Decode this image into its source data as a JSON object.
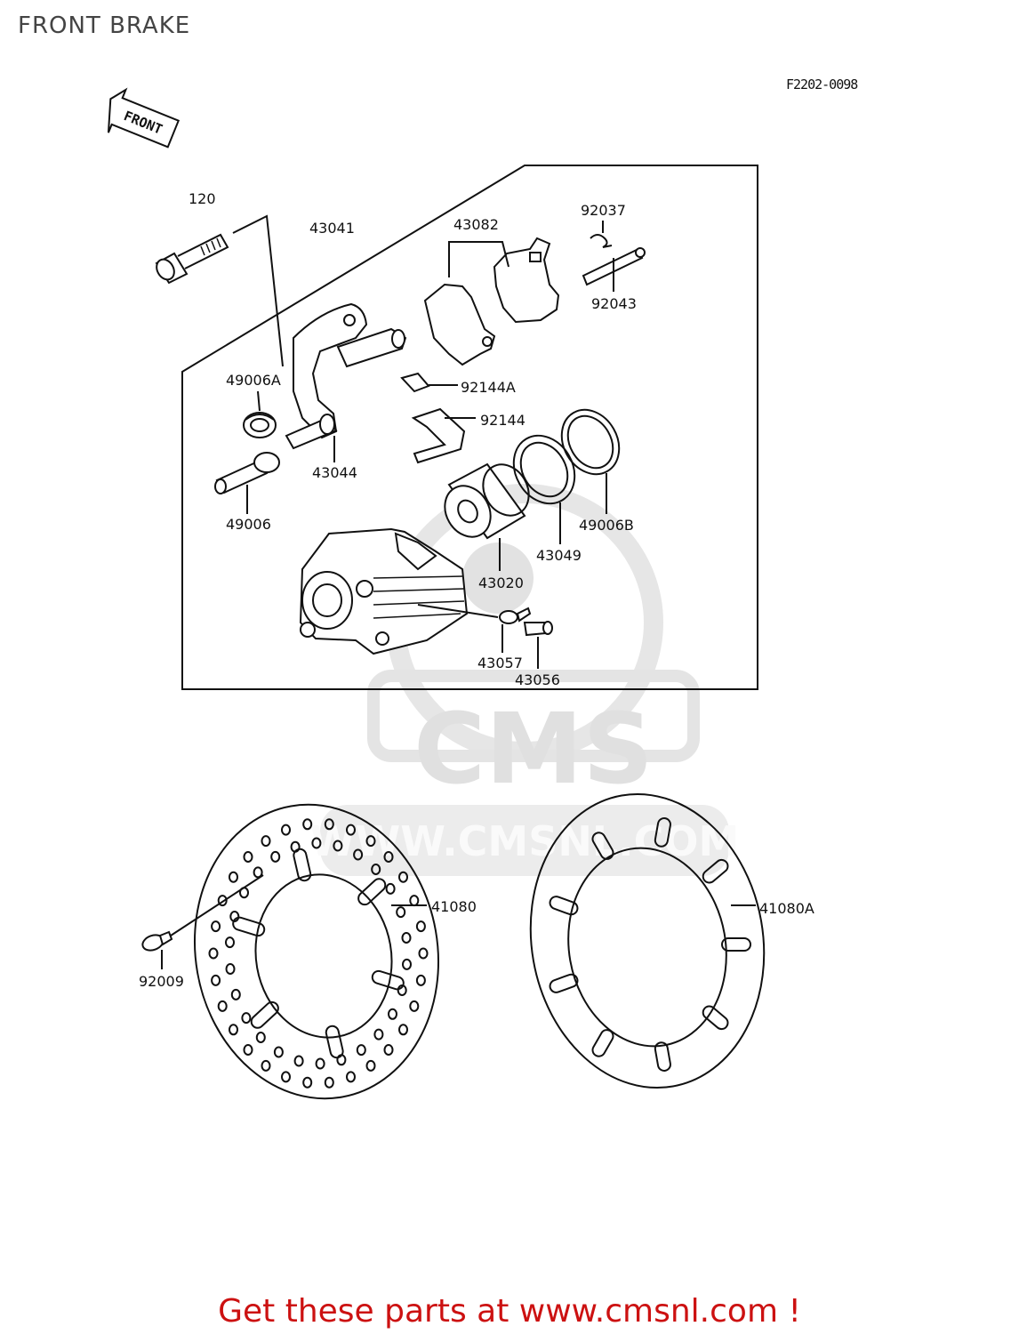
{
  "page": {
    "title": "FRONT BRAKE",
    "diagram_code": "F2202-0098",
    "front_arrow_label": "FRONT",
    "promo_text": "Get these parts at www.cmsnl.com !"
  },
  "watermark": {
    "brand": "CMS",
    "url": "WWW.CMSNL.COM"
  },
  "parts": [
    {
      "id": "p120",
      "label": "120"
    },
    {
      "id": "p43041",
      "label": "43041"
    },
    {
      "id": "p43082",
      "label": "43082"
    },
    {
      "id": "p92037",
      "label": "92037"
    },
    {
      "id": "p92043",
      "label": "92043"
    },
    {
      "id": "p49006A",
      "label": "49006A"
    },
    {
      "id": "p92144A",
      "label": "92144A"
    },
    {
      "id": "p92144",
      "label": "92144"
    },
    {
      "id": "p43044",
      "label": "43044"
    },
    {
      "id": "p49006",
      "label": "49006"
    },
    {
      "id": "p49006B",
      "label": "49006B"
    },
    {
      "id": "p43049",
      "label": "43049"
    },
    {
      "id": "p43020",
      "label": "43020"
    },
    {
      "id": "p43057",
      "label": "43057"
    },
    {
      "id": "p43056",
      "label": "43056"
    },
    {
      "id": "p41080",
      "label": "41080"
    },
    {
      "id": "p41080A",
      "label": "41080A"
    },
    {
      "id": "p92009",
      "label": "92009"
    }
  ]
}
